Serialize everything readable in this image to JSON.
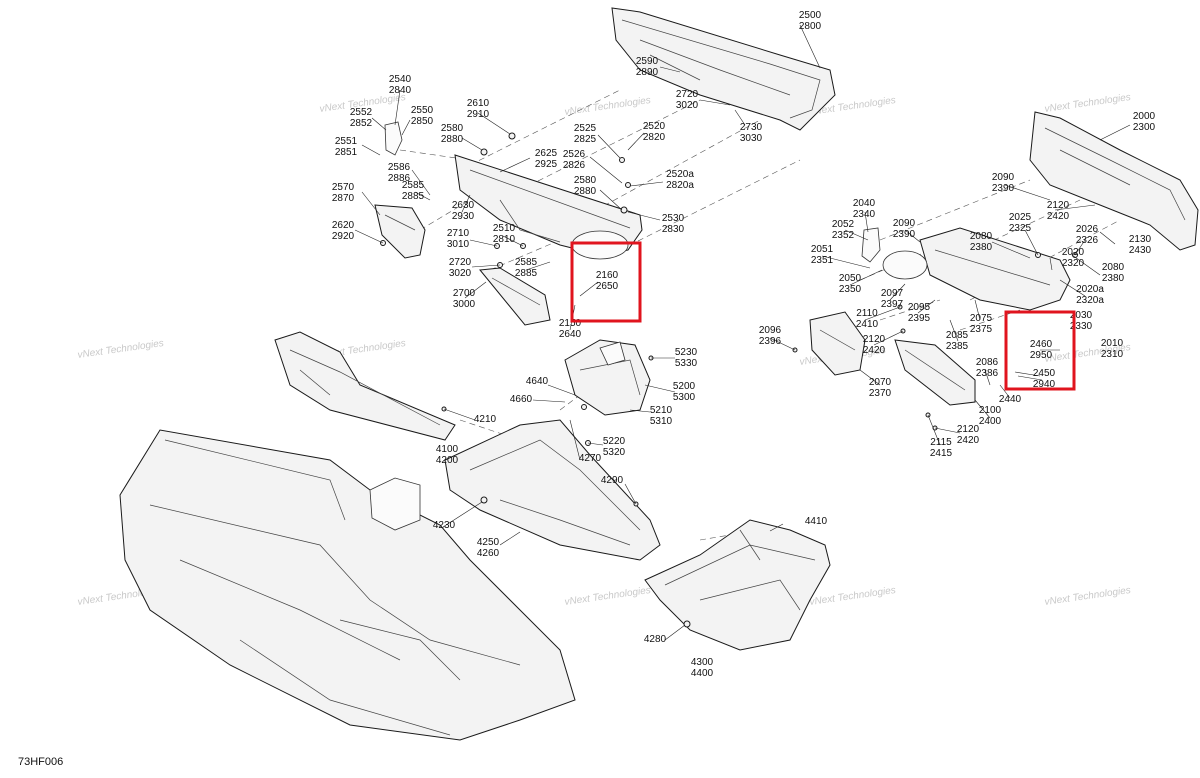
{
  "diagram_code": "73HF006",
  "watermark": "vNext Technologies",
  "highlight_color": "#e0141e",
  "callouts": [
    {
      "id": "c2500",
      "lines": [
        "2500",
        "2800"
      ]
    },
    {
      "id": "c2590",
      "lines": [
        "2590",
        "2890"
      ]
    },
    {
      "id": "c2720a",
      "lines": [
        "2720",
        "3020"
      ]
    },
    {
      "id": "c2730",
      "lines": [
        "2730",
        "3030"
      ]
    },
    {
      "id": "c2540",
      "lines": [
        "2540",
        "2840"
      ]
    },
    {
      "id": "c2552",
      "lines": [
        "2552",
        "2852"
      ]
    },
    {
      "id": "c2550",
      "lines": [
        "2550",
        "2850"
      ]
    },
    {
      "id": "c2610",
      "lines": [
        "2610",
        "2910"
      ]
    },
    {
      "id": "c2551",
      "lines": [
        "2551",
        "2851"
      ]
    },
    {
      "id": "c2580a",
      "lines": [
        "2580",
        "2880"
      ]
    },
    {
      "id": "c2525",
      "lines": [
        "2525",
        "2825"
      ]
    },
    {
      "id": "c2520",
      "lines": [
        "2520",
        "2820"
      ]
    },
    {
      "id": "c2586",
      "lines": [
        "2586",
        "2886"
      ]
    },
    {
      "id": "c2625",
      "lines": [
        "2625",
        "2925"
      ]
    },
    {
      "id": "c2526",
      "lines": [
        "2526",
        "2826"
      ]
    },
    {
      "id": "c2520a",
      "lines": [
        "2520a",
        "2820a"
      ]
    },
    {
      "id": "c2585a",
      "lines": [
        "2585",
        "2885"
      ]
    },
    {
      "id": "c2570",
      "lines": [
        "2570",
        "2870"
      ]
    },
    {
      "id": "c2580b",
      "lines": [
        "2580",
        "2880"
      ]
    },
    {
      "id": "c2630",
      "lines": [
        "2630",
        "2930"
      ]
    },
    {
      "id": "c2530",
      "lines": [
        "2530",
        "2830"
      ]
    },
    {
      "id": "c2620",
      "lines": [
        "2620",
        "2920"
      ]
    },
    {
      "id": "c2710",
      "lines": [
        "2710",
        "3010"
      ]
    },
    {
      "id": "c2510",
      "lines": [
        "2510",
        "2810"
      ]
    },
    {
      "id": "c2720b",
      "lines": [
        "2720",
        "3020"
      ]
    },
    {
      "id": "c2585b",
      "lines": [
        "2585",
        "2885"
      ]
    },
    {
      "id": "c2160",
      "lines": [
        "2160",
        "2650"
      ]
    },
    {
      "id": "c2700",
      "lines": [
        "2700",
        "3000"
      ]
    },
    {
      "id": "c2150",
      "lines": [
        "2150",
        "2640"
      ]
    },
    {
      "id": "c2000",
      "lines": [
        "2000",
        "2300"
      ]
    },
    {
      "id": "c2090a",
      "lines": [
        "2090",
        "2390"
      ]
    },
    {
      "id": "c2120a",
      "lines": [
        "2120",
        "2420"
      ]
    },
    {
      "id": "c2040",
      "lines": [
        "2040",
        "2340"
      ]
    },
    {
      "id": "c2052",
      "lines": [
        "2052",
        "2352"
      ]
    },
    {
      "id": "c2090b",
      "lines": [
        "2090",
        "2390"
      ]
    },
    {
      "id": "c2025",
      "lines": [
        "2025",
        "2325"
      ]
    },
    {
      "id": "c2080a",
      "lines": [
        "2080",
        "2380"
      ]
    },
    {
      "id": "c2026",
      "lines": [
        "2026",
        "2326"
      ]
    },
    {
      "id": "c2130",
      "lines": [
        "2130",
        "2430"
      ]
    },
    {
      "id": "c2051",
      "lines": [
        "2051",
        "2351"
      ]
    },
    {
      "id": "c2020",
      "lines": [
        "2020",
        "2320"
      ]
    },
    {
      "id": "c2080b",
      "lines": [
        "2080",
        "2380"
      ]
    },
    {
      "id": "c2050",
      "lines": [
        "2050",
        "2350"
      ]
    },
    {
      "id": "c2097",
      "lines": [
        "2097",
        "2397"
      ]
    },
    {
      "id": "c2020a",
      "lines": [
        "2020a",
        "2320a"
      ]
    },
    {
      "id": "c2110",
      "lines": [
        "2110",
        "2410"
      ]
    },
    {
      "id": "c2095",
      "lines": [
        "2095",
        "2395"
      ]
    },
    {
      "id": "c2030",
      "lines": [
        "2030",
        "2330"
      ]
    },
    {
      "id": "c2075",
      "lines": [
        "2075",
        "2375"
      ]
    },
    {
      "id": "c2085",
      "lines": [
        "2085",
        "2385"
      ]
    },
    {
      "id": "c2096",
      "lines": [
        "2096",
        "2396"
      ]
    },
    {
      "id": "c2120b",
      "lines": [
        "2120",
        "2420"
      ]
    },
    {
      "id": "c2460",
      "lines": [
        "2460",
        "2950"
      ]
    },
    {
      "id": "c2010",
      "lines": [
        "2010",
        "2310"
      ]
    },
    {
      "id": "c2086",
      "lines": [
        "2086",
        "2386"
      ]
    },
    {
      "id": "c2450",
      "lines": [
        "2450",
        "2940"
      ]
    },
    {
      "id": "c2070",
      "lines": [
        "2070",
        "2370"
      ]
    },
    {
      "id": "c2440",
      "lines": [
        "2440"
      ]
    },
    {
      "id": "c2100",
      "lines": [
        "2100",
        "2400"
      ]
    },
    {
      "id": "c2120c",
      "lines": [
        "2120",
        "2420"
      ]
    },
    {
      "id": "c2115",
      "lines": [
        "2115",
        "2415"
      ]
    },
    {
      "id": "c5230",
      "lines": [
        "5230",
        "5330"
      ]
    },
    {
      "id": "c4640",
      "lines": [
        "4640"
      ]
    },
    {
      "id": "c5200",
      "lines": [
        "5200",
        "5300"
      ]
    },
    {
      "id": "c4660",
      "lines": [
        "4660"
      ]
    },
    {
      "id": "c5210",
      "lines": [
        "5210",
        "5310"
      ]
    },
    {
      "id": "c4210",
      "lines": [
        "4210"
      ]
    },
    {
      "id": "c5220",
      "lines": [
        "5220",
        "5320"
      ]
    },
    {
      "id": "c4270",
      "lines": [
        "4270"
      ]
    },
    {
      "id": "c4100",
      "lines": [
        "4100",
        "4200"
      ]
    },
    {
      "id": "c4290",
      "lines": [
        "4290"
      ]
    },
    {
      "id": "c4230",
      "lines": [
        "4230"
      ]
    },
    {
      "id": "c4250",
      "lines": [
        "4250",
        "4260"
      ]
    },
    {
      "id": "c4410",
      "lines": [
        "4410"
      ]
    },
    {
      "id": "c4280",
      "lines": [
        "4280"
      ]
    },
    {
      "id": "c4300",
      "lines": [
        "4300",
        "4400"
      ]
    }
  ]
}
